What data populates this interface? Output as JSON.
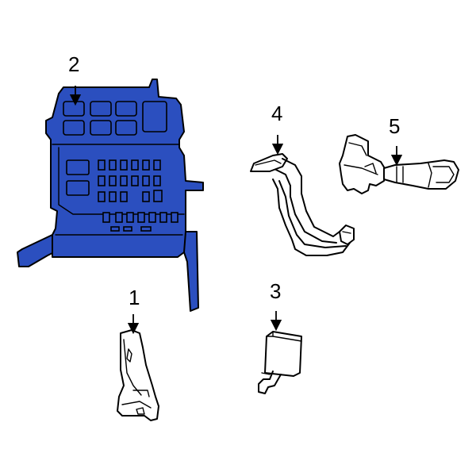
{
  "diagram": {
    "highlight_color": "#2b4fbf",
    "line_color": "#000000",
    "background": "#ffffff",
    "callouts": [
      {
        "id": "1",
        "label": "1"
      },
      {
        "id": "2",
        "label": "2"
      },
      {
        "id": "3",
        "label": "3"
      },
      {
        "id": "4",
        "label": "4"
      },
      {
        "id": "5",
        "label": "5"
      }
    ]
  }
}
